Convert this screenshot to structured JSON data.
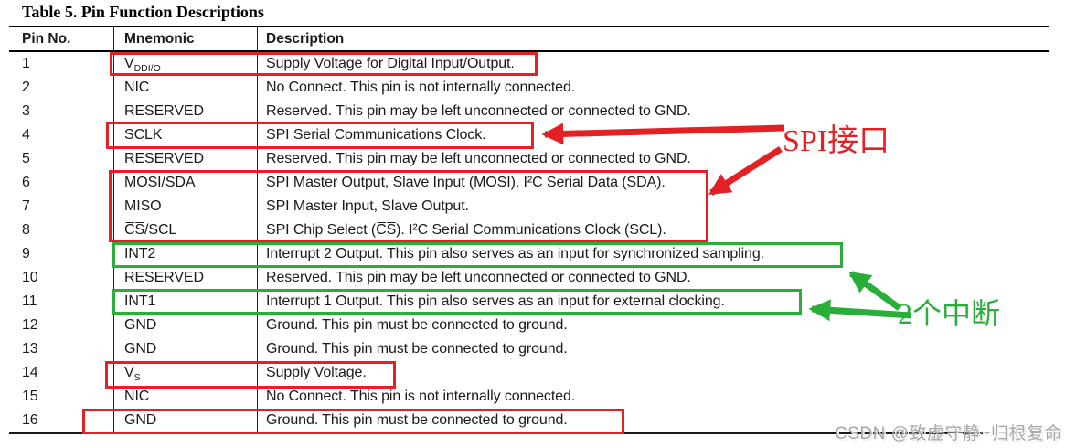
{
  "title": "Table 5. Pin Function Descriptions",
  "table": {
    "headers": [
      "Pin No.",
      "Mnemonic",
      "Description"
    ],
    "rows": [
      {
        "pin": "1",
        "mnemonic": "V",
        "mnemonic_sub": "DDI/O",
        "description": "Supply Voltage for Digital Input/Output."
      },
      {
        "pin": "2",
        "mnemonic": "NIC",
        "description": "No Connect. This pin is not internally connected."
      },
      {
        "pin": "3",
        "mnemonic": "RESERVED",
        "description": "Reserved. This pin may be left unconnected or connected to GND."
      },
      {
        "pin": "4",
        "mnemonic": "SCLK",
        "description": "SPI Serial Communications Clock."
      },
      {
        "pin": "5",
        "mnemonic": "RESERVED",
        "description": "Reserved. This pin may be left unconnected or connected to GND."
      },
      {
        "pin": "6",
        "mnemonic": "MOSI/SDA",
        "description": "SPI Master Output, Slave Input (MOSI). I²C Serial Data (SDA)."
      },
      {
        "pin": "7",
        "mnemonic": "MISO",
        "description": "SPI Master Input, Slave Output."
      },
      {
        "pin": "8",
        "mnemonic": "C̅S̅/SCL",
        "description": "SPI Chip Select (C̅S̅). I²C Serial Communications Clock (SCL)."
      },
      {
        "pin": "9",
        "mnemonic": "INT2",
        "description": "Interrupt 2 Output. This pin also serves as an input for synchronized sampling."
      },
      {
        "pin": "10",
        "mnemonic": "RESERVED",
        "description": "Reserved. This pin may be left unconnected or connected to GND."
      },
      {
        "pin": "11",
        "mnemonic": "INT1",
        "description": "Interrupt 1 Output. This pin also serves as an input for external clocking."
      },
      {
        "pin": "12",
        "mnemonic": "GND",
        "description": "Ground. This pin must be connected to ground."
      },
      {
        "pin": "13",
        "mnemonic": "GND",
        "description": "Ground. This pin must be connected to ground."
      },
      {
        "pin": "14",
        "mnemonic": "V",
        "mnemonic_sub": "S",
        "description": "Supply Voltage."
      },
      {
        "pin": "15",
        "mnemonic": "NIC",
        "description": "No Connect. This pin is not internally connected."
      },
      {
        "pin": "16",
        "mnemonic": "GND",
        "description": "Ground. This pin must be connected to ground."
      }
    ]
  },
  "annotations": {
    "spi_label": "SPI接口",
    "interrupt_label": "2个中断",
    "red_color": "#e32125",
    "green_color": "#2bad3a"
  },
  "watermark": "CSDN @致虚守静~归根复命"
}
